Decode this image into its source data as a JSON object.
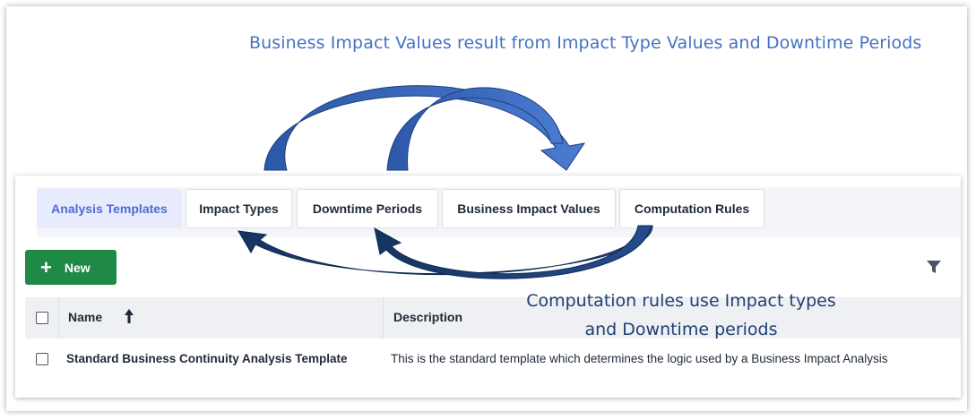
{
  "annotations": {
    "headline": "Business Impact Values result from Impact Type Values and Downtime Periods",
    "callout_line1": "Computation rules use Impact types",
    "callout_line2": "and Downtime periods"
  },
  "tabs": [
    {
      "label": "Analysis Templates",
      "active": true
    },
    {
      "label": "Impact Types",
      "active": false
    },
    {
      "label": "Downtime Periods",
      "active": false
    },
    {
      "label": "Business Impact Values",
      "active": false
    },
    {
      "label": "Computation Rules",
      "active": false
    }
  ],
  "toolbar": {
    "new_label": "New",
    "new_icon": "plus-icon",
    "filter_icon": "filter-icon"
  },
  "table": {
    "columns": [
      {
        "label": "Name",
        "sort": "ascending",
        "sort_icon": "arrow-up-icon"
      },
      {
        "label": "Description"
      }
    ],
    "rows": [
      {
        "name": "Standard Business Continuity Analysis Template",
        "description": "This is the standard template which determines the logic used by a Business Impact Analysis"
      }
    ]
  },
  "colors": {
    "accent": "#1e8a45",
    "active_tab_bg": "#e8ebfb",
    "active_tab_text": "#4f6bd6",
    "headline": "#4472c4",
    "arrow_blue": "#3a64b8",
    "arrow_dark": "#1c3b70"
  }
}
